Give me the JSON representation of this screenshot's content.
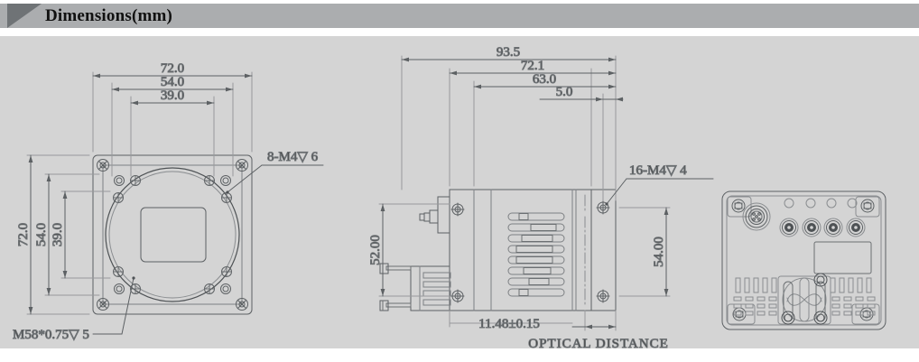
{
  "header": {
    "title": "Dimensions(mm)",
    "bar_color": "#abadaf",
    "wedge_color": "#6f7376"
  },
  "canvas": {
    "background_color": "#d4d4d4",
    "line_color": "#6b6f72"
  },
  "views": {
    "front": {
      "name": "front-view",
      "dimensions_horizontal": [
        "72.0",
        "54.0",
        "39.0"
      ],
      "dimensions_vertical": [
        "72.0",
        "54.0",
        "39.0"
      ],
      "callouts": [
        {
          "id": "front-callout-screw",
          "text": "8-M4▽ 6"
        },
        {
          "id": "front-callout-thread",
          "text": "M58*0.75▽ 5"
        }
      ]
    },
    "side": {
      "name": "side-view",
      "dimensions_horizontal": [
        "93.5",
        "72.1",
        "63.0",
        "5.0"
      ],
      "dimensions_vertical_left": "52.00",
      "dimensions_vertical_right": "54.00",
      "optical_dimension": "11.48±0.15",
      "optical_label": "OPTICAL  DISTANCE",
      "callouts": [
        {
          "id": "side-callout-screw",
          "text": "16-M4▽ 4"
        }
      ]
    },
    "rear": {
      "name": "rear-view",
      "features": [
        "circular-connector",
        "indicator-led",
        "indicator-led",
        "indicator-led",
        "indicator-led",
        "bnc-connector",
        "bnc-connector",
        "bnc-connector",
        "bnc-connector",
        "label-plate",
        "vent-grille",
        "fan-assembly"
      ]
    }
  }
}
